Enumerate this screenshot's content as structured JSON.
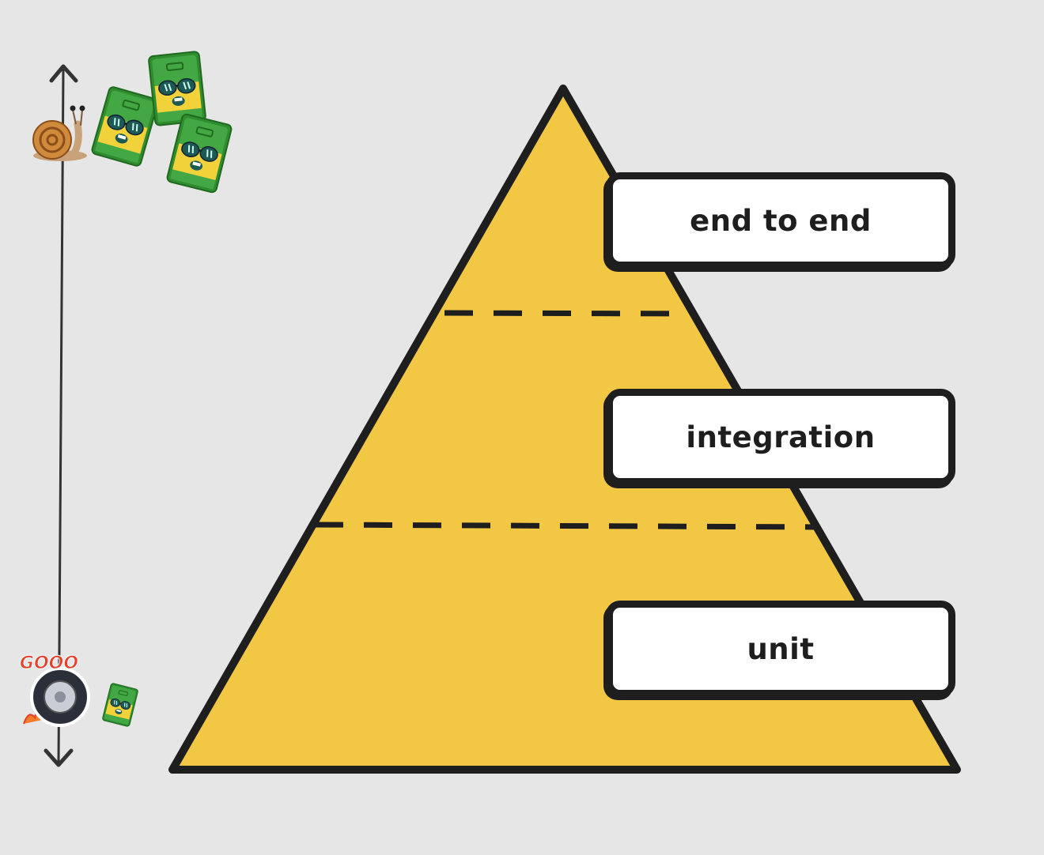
{
  "diagram": {
    "layers": [
      {
        "id": "e2e",
        "label": "end to end"
      },
      {
        "id": "integration",
        "label": "integration"
      },
      {
        "id": "unit",
        "label": "unit"
      }
    ],
    "axis_top_icons": [
      "snail-icon",
      "money-with-sunglasses-icon",
      "money-with-sunglasses-icon",
      "money-with-sunglasses-icon"
    ],
    "axis_bottom_icons": [
      "speeding-wheel-icon",
      "money-with-sunglasses-icon"
    ],
    "axis_bottom_sticker_text": "GOOO",
    "colors": {
      "background": "#e6e6e6",
      "pyramid_fill": "#f2c744",
      "outline": "#1e1e1e",
      "money_green": "#3a9a3a",
      "money_yellow": "#f2d23a"
    }
  }
}
